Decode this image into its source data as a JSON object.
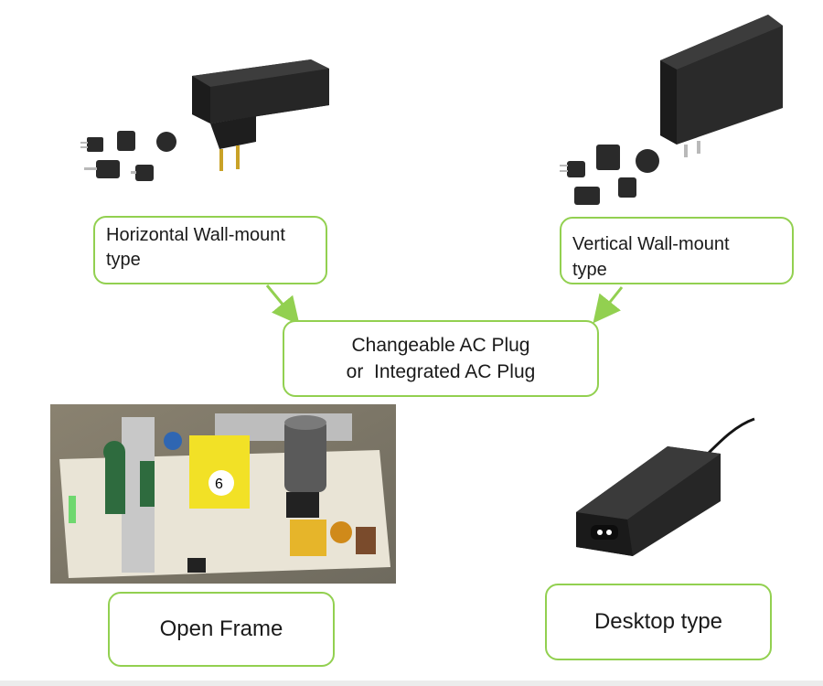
{
  "accent_color": "#92d050",
  "boxes": {
    "horizontal": {
      "line1": "Horizontal Wall-mount",
      "line2": "type"
    },
    "vertical": {
      "line1": "Vertical Wall-mount",
      "line2": "type"
    },
    "changeable": {
      "line1": "Changeable AC Plug",
      "line2": "or  Integrated AC Plug"
    },
    "open_frame": {
      "label": "Open Frame"
    },
    "desktop": {
      "label": "Desktop type"
    }
  }
}
